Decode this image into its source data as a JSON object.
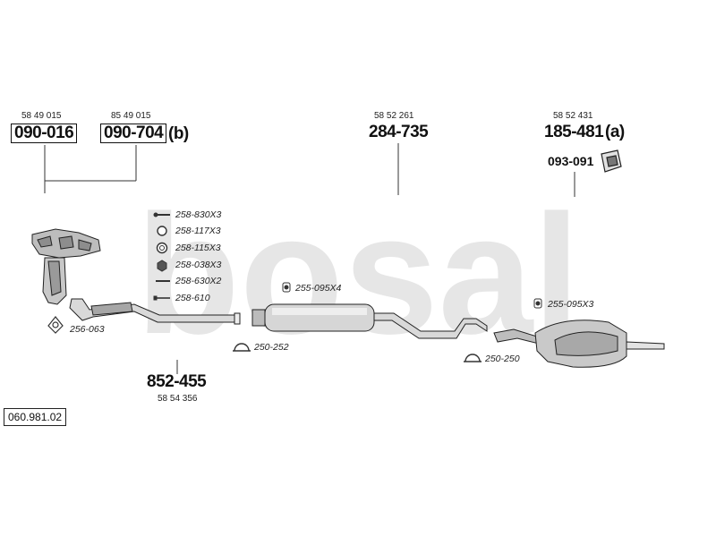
{
  "watermark": {
    "text": "bosal",
    "color": "#e6e6e6"
  },
  "top_parts": [
    {
      "id": "front-pipe-a",
      "ref": "58 49 015",
      "number": "090-016",
      "suffix": ""
    },
    {
      "id": "front-pipe-b",
      "ref": "85 49 015",
      "number": "090-704",
      "suffix": "(b)"
    },
    {
      "id": "middle-silencer",
      "ref": "58 52 261",
      "number": "284-735",
      "suffix": ""
    },
    {
      "id": "rear-silencer",
      "ref": "58 52 431",
      "number": "185-481",
      "suffix": "(a)"
    }
  ],
  "bracket_part": {
    "number": "093-091"
  },
  "fittings": [
    {
      "code": "258-830X3"
    },
    {
      "code": "258-117X3"
    },
    {
      "code": "258-115X3"
    },
    {
      "code": "258-038X3"
    },
    {
      "code": "258-630X2"
    },
    {
      "code": "258-610"
    }
  ],
  "small_parts": {
    "gasket": "256-063",
    "clamp_front": "250-252",
    "clamp_rear": "250-250",
    "hanger_mid": "255-095X4",
    "hanger_rear": "255-095X3"
  },
  "bottom_part": {
    "number": "852-455",
    "ref": "58 54 356"
  },
  "diagram_code": "060.981.02"
}
